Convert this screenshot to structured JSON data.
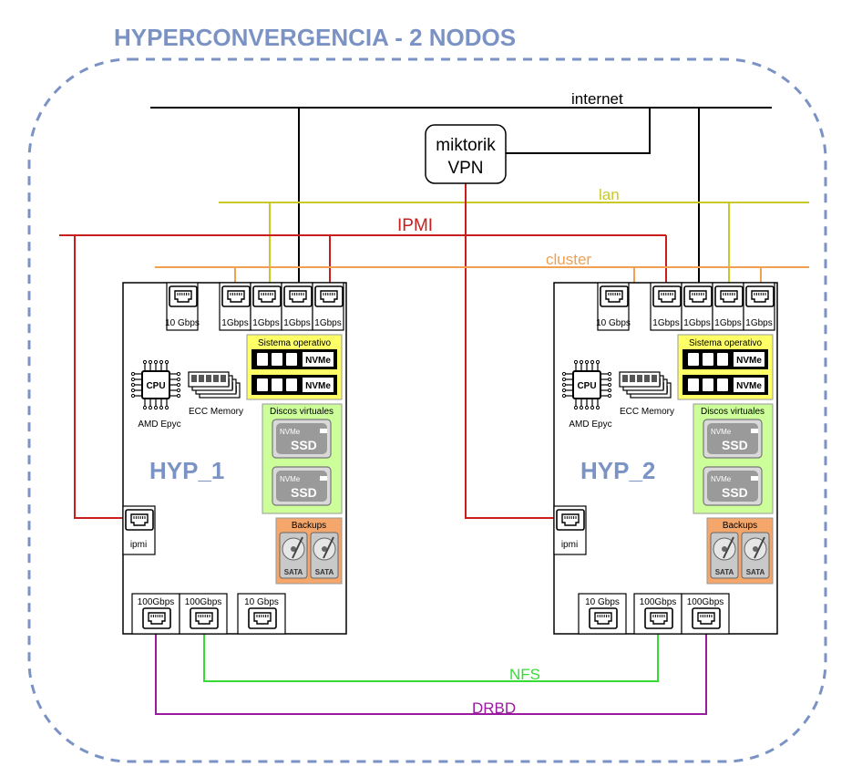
{
  "title": "HYPERCONVERGENCIA - 2 NODOS",
  "networks": {
    "internet": "internet",
    "lan": "lan",
    "ipmi": "IPMI",
    "cluster": "cluster",
    "nfs": "NFS",
    "drbd": "DRBD"
  },
  "router": {
    "line1": "miktorik",
    "line2": "VPN"
  },
  "colors": {
    "frame": "#7b93c4",
    "internet": "#000000",
    "lan": "#c8c829",
    "ipmi": "#c81e1e",
    "cluster": "#f0a050",
    "nfs": "#33dd33",
    "drbd": "#9a1aa0",
    "os_panel": "#ffff66",
    "disks_panel": "#ccff99",
    "backups_panel": "#f5a66a"
  },
  "nodes": [
    {
      "name": "HYP_1",
      "top_ports": [
        "10 Gbps",
        "1Gbps",
        "1Gbps",
        "1Gbps",
        "1Gbps"
      ],
      "bottom_ports": [
        "100Gbps",
        "100Gbps",
        "10 Gbps"
      ],
      "ipmi_label": "ipmi",
      "cpu_label": "AMD Epyc",
      "cpu_chip": "CPU",
      "memory_label": "ECC Memory",
      "os_title": "Sistema operativo",
      "os_chip": "NVMe",
      "disks_title": "Discos virtuales",
      "disk_top": "NVMe",
      "disk_bottom": "SSD",
      "backups_title": "Backups",
      "hdd_label": "SATA"
    },
    {
      "name": "HYP_2",
      "top_ports": [
        "10 Gbps",
        "1Gbps",
        "1Gbps",
        "1Gbps",
        "1Gbps"
      ],
      "bottom_ports": [
        "10 Gbps",
        "100Gbps",
        "100Gbps"
      ],
      "ipmi_label": "ipmi",
      "cpu_label": "AMD Epyc",
      "cpu_chip": "CPU",
      "memory_label": "ECC Memory",
      "os_title": "Sistema operativo",
      "os_chip": "NVMe",
      "disks_title": "Discos virtuales",
      "disk_top": "NVMe",
      "disk_bottom": "SSD",
      "backups_title": "Backups",
      "hdd_label": "SATA"
    }
  ]
}
